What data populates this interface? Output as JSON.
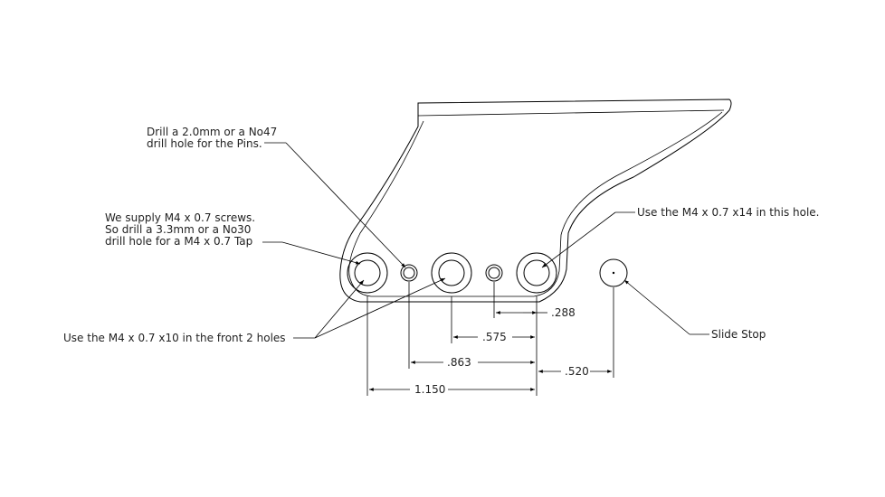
{
  "notes": {
    "pin_line1": "Drill a 2.0mm or a No47",
    "pin_line2": "drill hole for the Pins.",
    "screw_line1": "We supply M4 x 0.7 screws.",
    "screw_line2": "So drill a 3.3mm or a No30",
    "screw_line3": "drill hole for a M4 x 0.7 Tap",
    "front_holes": "Use the M4 x 0.7 x10 in the front 2 holes",
    "rear_hole": "Use the M4 x 0.7 x14 in this hole.",
    "slide_stop": "Slide Stop"
  },
  "dimensions": {
    "d288": ".288",
    "d575": ".575",
    "d863": ".863",
    "d520": ".520",
    "d1150": "1.150"
  }
}
